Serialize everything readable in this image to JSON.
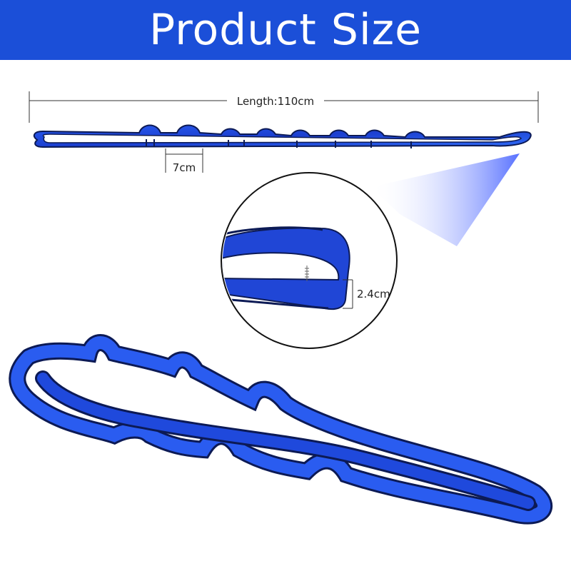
{
  "header": {
    "title": "Product Size"
  },
  "dimensions": {
    "length_label": "Length:110cm",
    "loop_label": "7cm",
    "width_label": "2.4cm"
  },
  "colors": {
    "banner": "#1b4fd8",
    "strap": "#2046d6",
    "strap_edge": "#0c1a55"
  }
}
